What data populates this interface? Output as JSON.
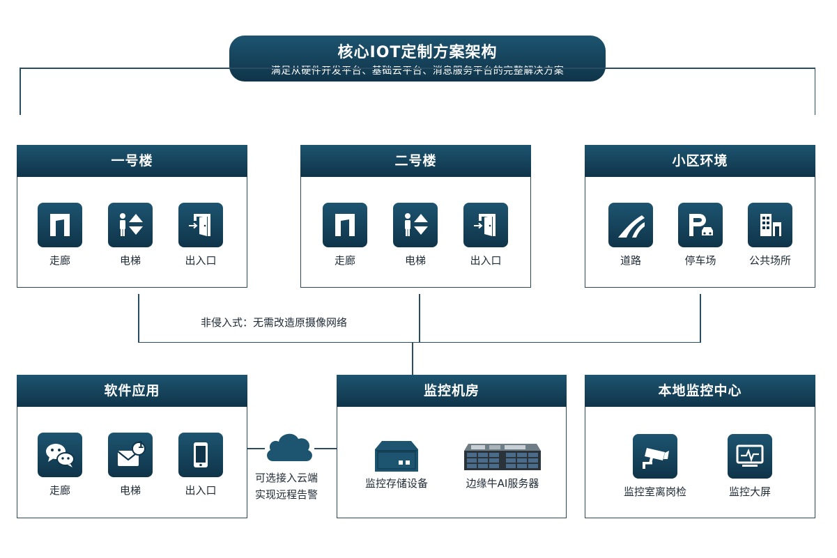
{
  "header": {
    "title": "核心IOT定制方案架构",
    "subtitle": "满足从硬件开发平台、基础云平台、消息服务平台的完整解决方案"
  },
  "panels": {
    "building1": {
      "title": "一号楼",
      "items": [
        {
          "label": "走廊",
          "icon": "corridor-icon"
        },
        {
          "label": "电梯",
          "icon": "elevator-icon"
        },
        {
          "label": "出入口",
          "icon": "entrance-icon"
        }
      ]
    },
    "building2": {
      "title": "二号楼",
      "items": [
        {
          "label": "走廊",
          "icon": "corridor-icon"
        },
        {
          "label": "电梯",
          "icon": "elevator-icon"
        },
        {
          "label": "出入口",
          "icon": "entrance-icon"
        }
      ]
    },
    "community": {
      "title": "小区环境",
      "items": [
        {
          "label": "道路",
          "icon": "road-icon"
        },
        {
          "label": "停车场",
          "icon": "parking-icon"
        },
        {
          "label": "公共场所",
          "icon": "building-icon"
        }
      ]
    },
    "software": {
      "title": "软件应用",
      "items": [
        {
          "label": "走廊",
          "icon": "wechat-icon"
        },
        {
          "label": "电梯",
          "icon": "message-icon"
        },
        {
          "label": "出入口",
          "icon": "phone-icon"
        }
      ]
    },
    "machine_room": {
      "title": "监控机房",
      "items": [
        {
          "label": "监控存储设备",
          "icon": "storage-device-icon"
        },
        {
          "label": "边缘牛AI服务器",
          "icon": "server-icon"
        }
      ]
    },
    "local_center": {
      "title": "本地监控中心",
      "items": [
        {
          "label": "监控室离岗检",
          "icon": "camera-icon"
        },
        {
          "label": "监控大屏",
          "icon": "monitor-icon"
        }
      ]
    }
  },
  "notes": {
    "non_invasive": "非侵入式：无需改造原摄像网络",
    "cloud_line1": "可选接入云端",
    "cloud_line2": "实现远程告警"
  },
  "badges": {
    "message_count": "1"
  },
  "colors": {
    "primary": "#0f3449",
    "primary_light": "#1d5470",
    "line": "#2a4c62"
  }
}
